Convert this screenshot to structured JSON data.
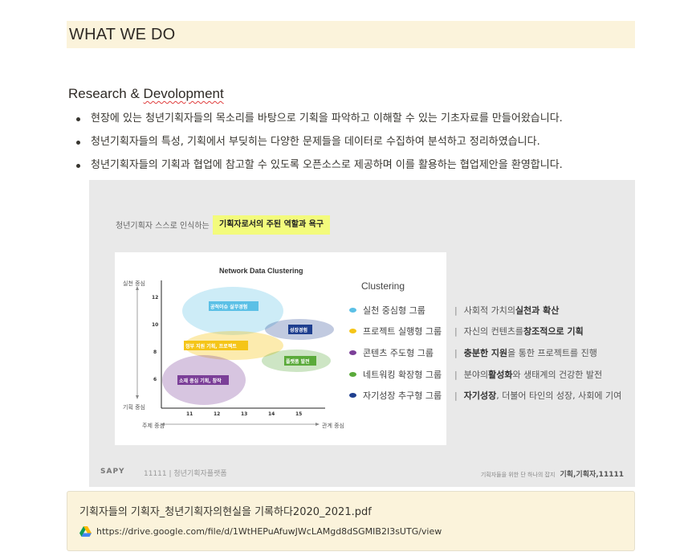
{
  "heading": {
    "title": "WHAT WE DO"
  },
  "section": {
    "title_word1": "Research & ",
    "title_word2": "Devolopment",
    "bullets": [
      "현장에 있는 청년기획자들의 목소리를 바탕으로 기획을 파악하고 이해할 수 있는 기초자료를 만들어왔습니다.",
      "청년기획자들의 특성, 기획에서 부딪히는 다양한 문제들을 데이터로 수집하여 분석하고 정리하였습니다.",
      "청년기획자들의 기획과 협업에 참고할 수 있도록 오픈소스로 제공하며 이를 활용하는 협업제안을 환영합니다."
    ]
  },
  "figure": {
    "lead_text": "청년기획자 스스로 인식하는",
    "highlight_text": "기획자로서의 주된 역할과 욕구",
    "footer_left_logo": "SAPY",
    "footer_mid_logo": "11111 | 청년기획자플랫폼",
    "footer_right_small": "기획자들을 위한 단 하나의 잡지",
    "footer_right_bold": "기획,기획자,11111"
  },
  "chart_data": {
    "type": "scatter",
    "title": "Network Data Clustering",
    "xlabel_left": "주제 중심",
    "xlabel_right": "관계 중심",
    "ylabel_top": "실천 중심",
    "ylabel_bottom": "기획 중심",
    "x_ticks": [
      "11",
      "12",
      "13",
      "14",
      "15"
    ],
    "y_ticks": [
      "6",
      "8",
      "10",
      "12"
    ],
    "xlim": [
      10,
      16
    ],
    "ylim": [
      4,
      13
    ],
    "clusters": [
      {
        "label": "공적이슈 실무경험",
        "color": "#5bc0e6",
        "center": [
          12.0,
          10.8
        ]
      },
      {
        "label": "성장경험",
        "color": "#1f3f8f",
        "center": [
          14.7,
          9.6
        ]
      },
      {
        "label": "정부 지원 기획, 프로젝트",
        "color": "#f5c518",
        "center": [
          12.0,
          8.5
        ]
      },
      {
        "label": "플랫폼 발전",
        "color": "#5aaa3a",
        "center": [
          14.6,
          7.3
        ]
      },
      {
        "label": "소재 중심 기획, 창작",
        "color": "#7b3f98",
        "center": [
          11.0,
          5.8
        ]
      }
    ],
    "legend_title": "Clustering",
    "legend": [
      {
        "label": "실천 중심형 그룹",
        "color": "#5bc0e6",
        "desc_plain": "사회적 가치의 ",
        "desc_bold": "실천과 확산",
        "desc_after": ""
      },
      {
        "label": "프로젝트 실행형 그룹",
        "color": "#f5c518",
        "desc_plain": "자신의 컨텐츠를 ",
        "desc_bold": "창조적으로 기획",
        "desc_after": ""
      },
      {
        "label": "콘텐츠 주도형 그룹",
        "color": "#7b3f98",
        "desc_plain": "",
        "desc_bold": "충분한 지원",
        "desc_after": "을 통한 프로젝트를 진행"
      },
      {
        "label": "네트워킹 확장형 그룹",
        "color": "#5aaa3a",
        "desc_plain": "분야의 ",
        "desc_bold": "활성화",
        "desc_after": "와 생태계의 건강한 발전"
      },
      {
        "label": "자기성장 추구형 그룹",
        "color": "#1f3f8f",
        "desc_plain": "",
        "desc_bold": "자기성장",
        "desc_after": ", 더불어 타인의 성장, 사회에 기여"
      }
    ]
  },
  "bookmark": {
    "title": "기획자들의 기획자_청년기획자의현실을 기록하다2020_2021.pdf",
    "url": "https://drive.google.com/file/d/1WtHEPuAfuwJWcLAMgd8dSGMIB2I3sUTG/view",
    "icon": "google-drive-icon"
  }
}
